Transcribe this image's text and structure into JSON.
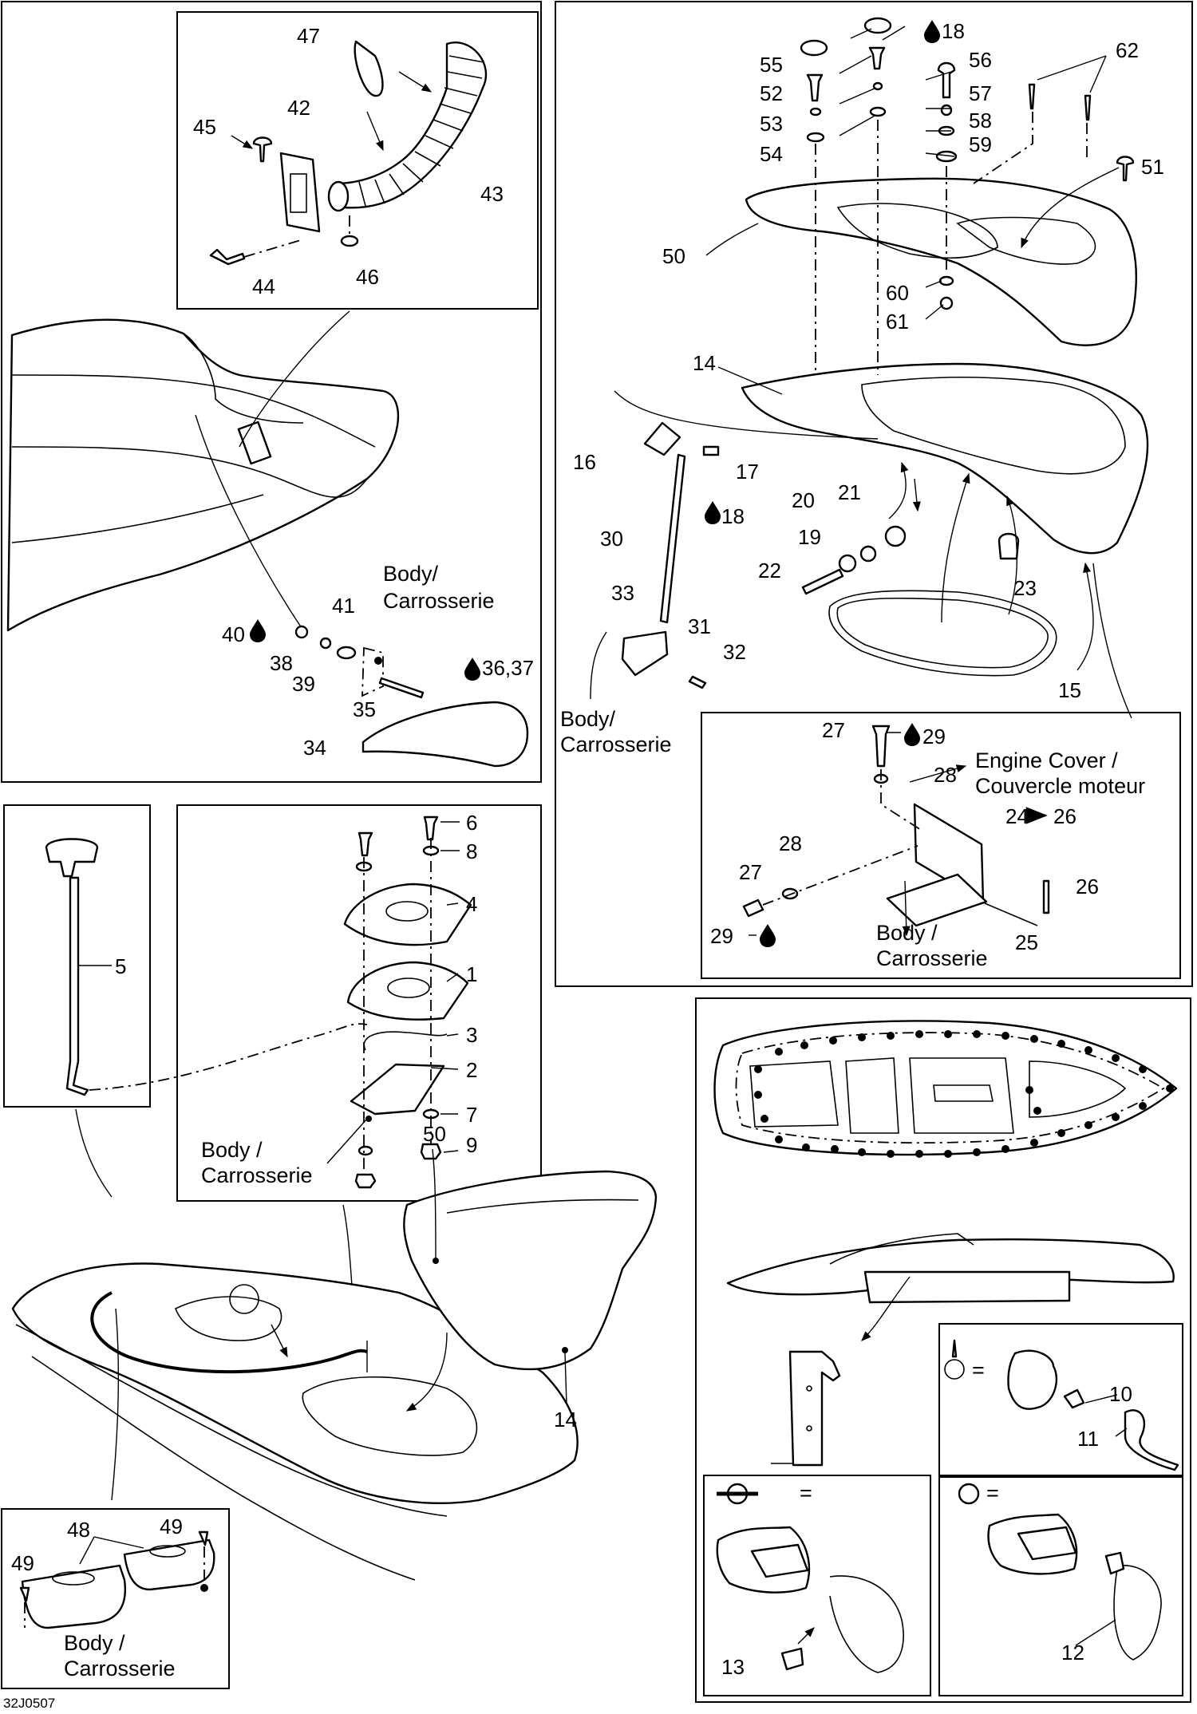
{
  "drawing_code": "32J0507",
  "body_label": {
    "en": "Body /",
    "fr": "Carrosserie"
  },
  "body_label_compact": {
    "en": "Body/",
    "fr": "Carrosserie"
  },
  "engine_cover_label": {
    "en": "Engine Cover /",
    "fr": "Couvercle moteur"
  },
  "equals_sign": "=",
  "callouts": {
    "c1": "1",
    "c2": "2",
    "c3": "3",
    "c4": "4",
    "c5": "5",
    "c6": "6",
    "c7": "7",
    "c8": "8",
    "c9": "9",
    "c10": "10",
    "c11": "11",
    "c12": "12",
    "c13": "13",
    "c14": "14",
    "c14b": "14",
    "c15": "15",
    "c16": "16",
    "c17": "17",
    "c18a": "18",
    "c18b": "18",
    "c19": "19",
    "c20": "20",
    "c21": "21",
    "c22": "22",
    "c23": "23",
    "c24": "24",
    "c24r": "26",
    "c25": "25",
    "c26": "26",
    "c27a": "27",
    "c27b": "27",
    "c28a": "28",
    "c28b": "28",
    "c29a": "29",
    "c29b": "29",
    "c30": "30",
    "c31": "31",
    "c32": "32",
    "c33": "33",
    "c34": "34",
    "c35": "35",
    "c36": "36,37",
    "c38": "38",
    "c39": "39",
    "c40": "40",
    "c41": "41",
    "c42": "42",
    "c43": "43",
    "c44": "44",
    "c45": "45",
    "c46": "46",
    "c47": "47",
    "c48": "48",
    "c49a": "49",
    "c49b": "49",
    "c50": "50",
    "c50b": "50",
    "c51": "51",
    "c52": "52",
    "c53": "53",
    "c54": "54",
    "c55": "55",
    "c56": "56",
    "c57": "57",
    "c58": "58",
    "c59": "59",
    "c60": "60",
    "c61": "61",
    "c62": "62"
  },
  "icons": {
    "threadlocker": "drop-icon",
    "range_arrow": "arrow-icon"
  }
}
